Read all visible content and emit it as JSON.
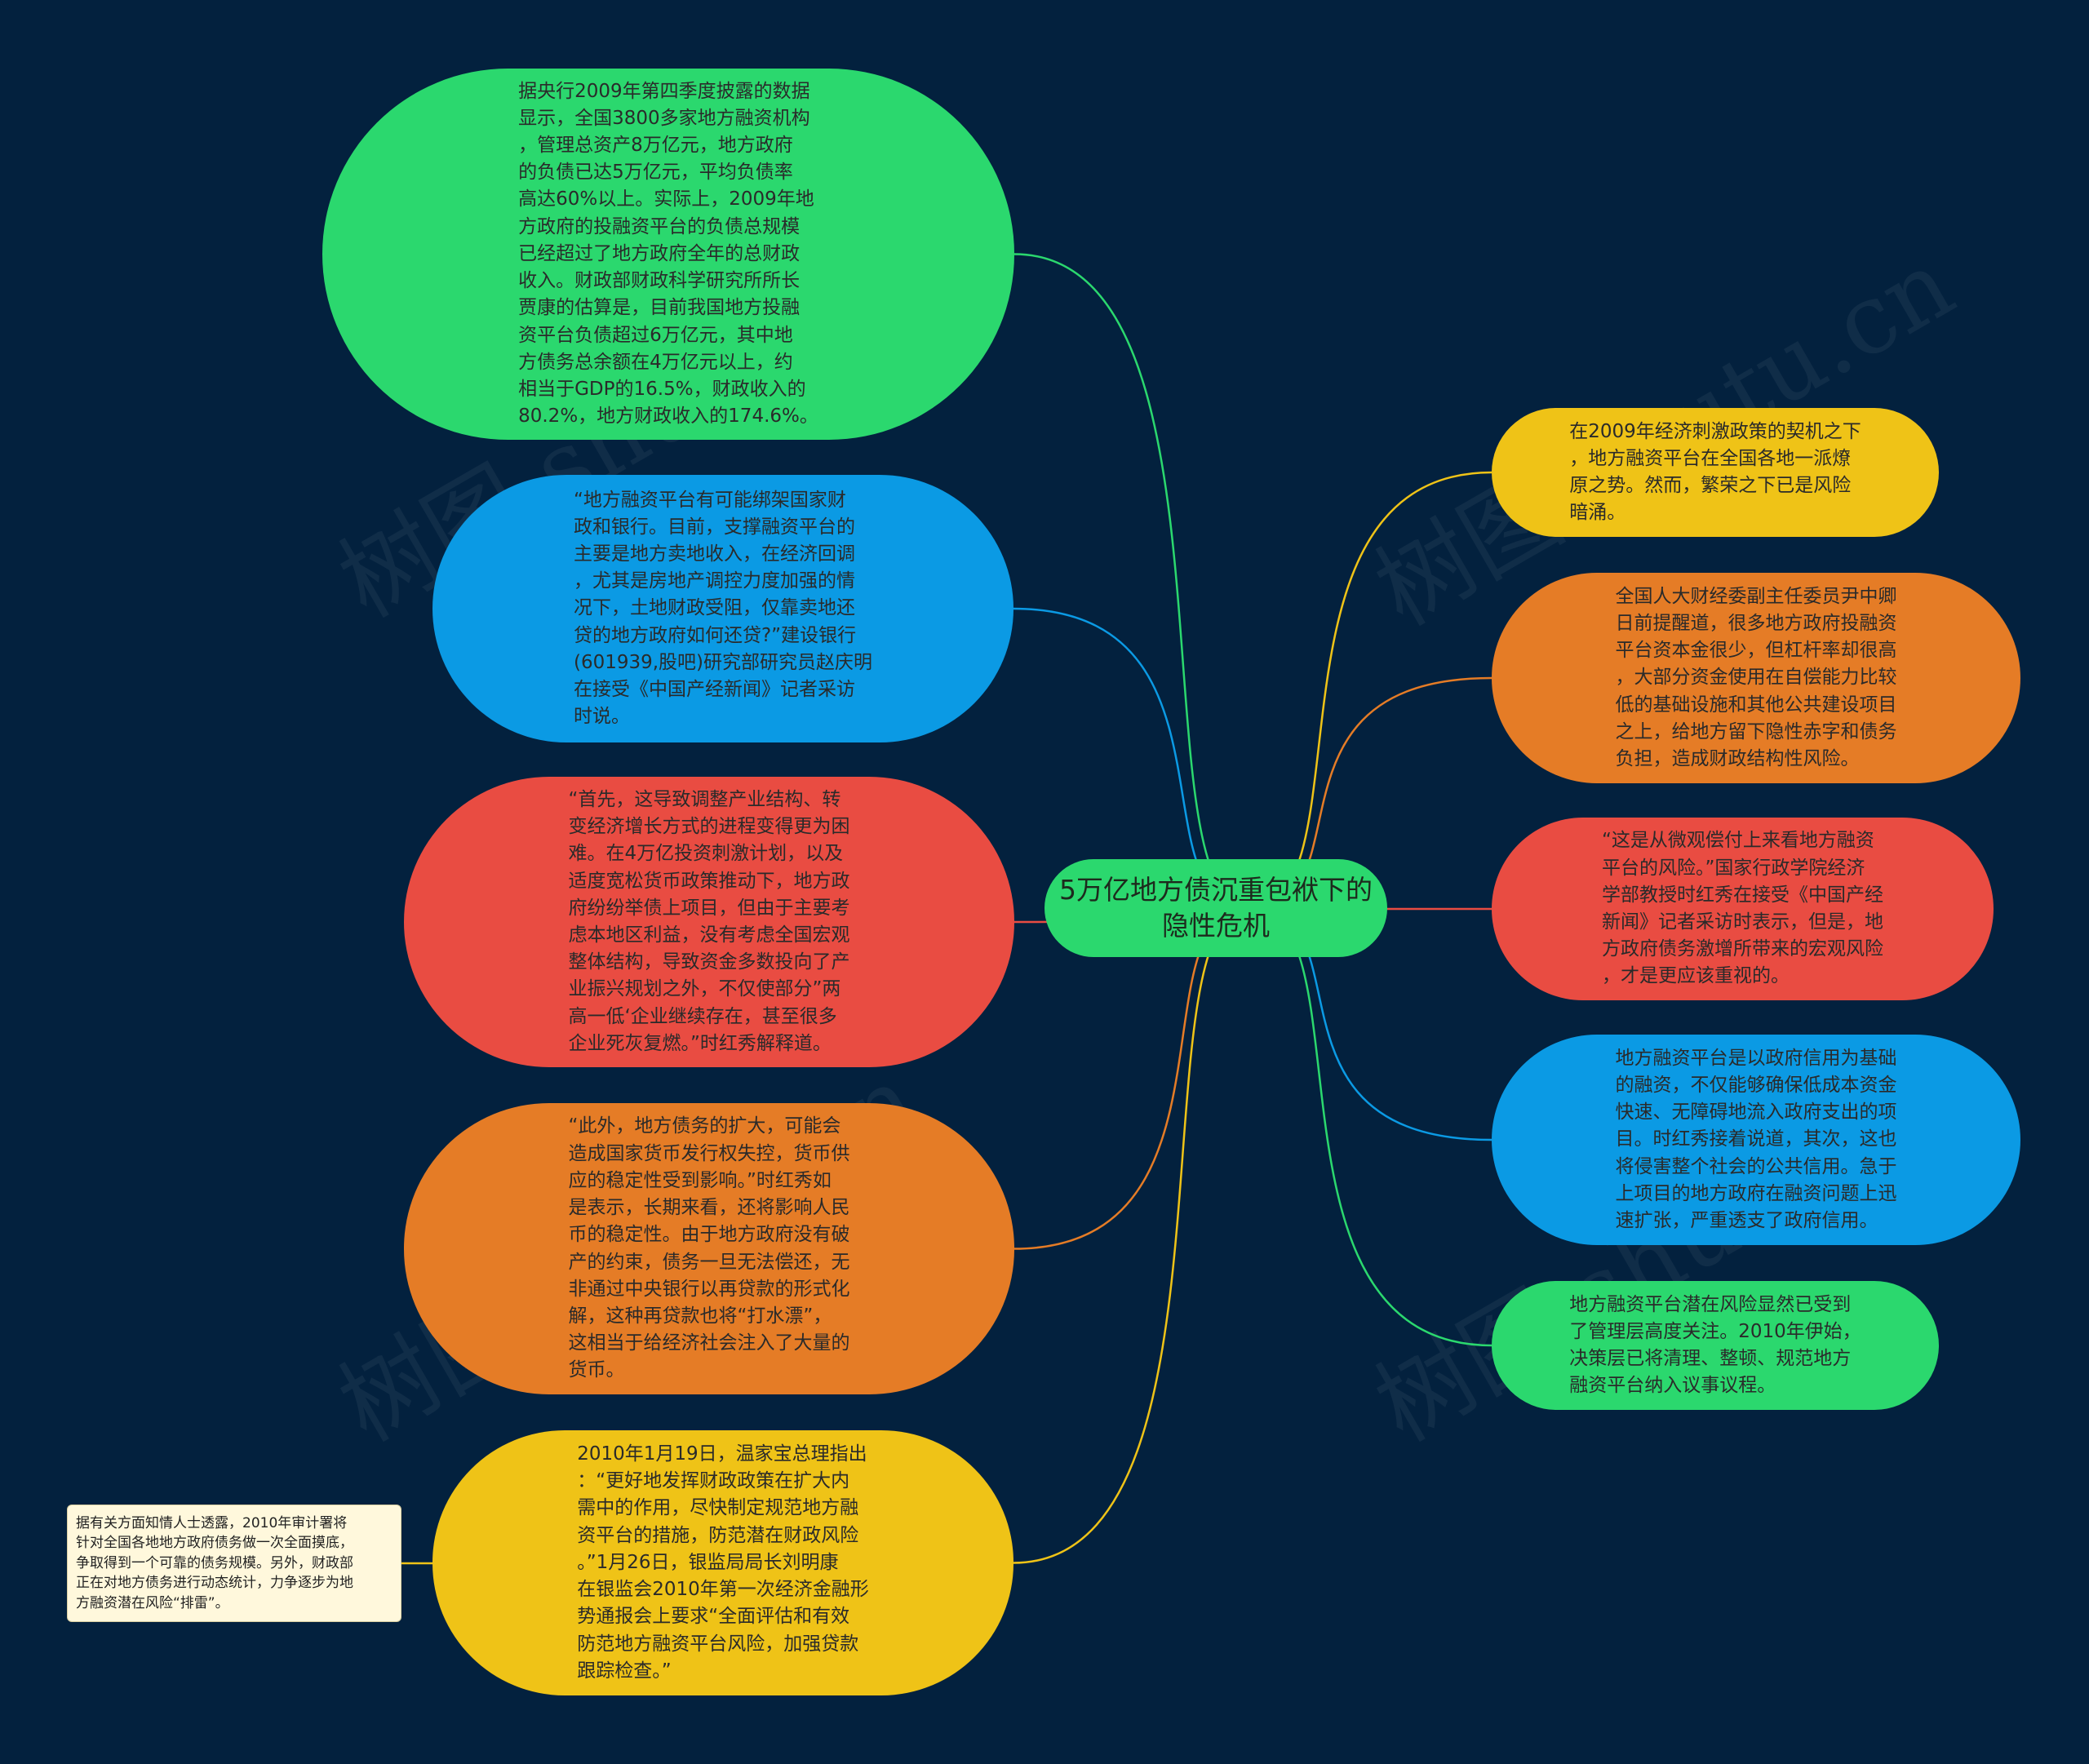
{
  "colors": {
    "background": "#03213e",
    "green": "#2bd86e",
    "blue": "#0b9ae4",
    "red": "#e94c42",
    "orange": "#e57c26",
    "yellow": "#efc317",
    "note_bg": "#fff8dc",
    "text": "#2a2a2a"
  },
  "watermark": "树图 shutu.cn",
  "center": {
    "text": "5万亿地方债沉重包袱下的\n隐性危机",
    "color": "green"
  },
  "left_branches": [
    {
      "id": "l1",
      "color": "green",
      "text": "据央行2009年第四季度披露的数据\n显示，全国3800多家地方融资机构\n，管理总资产8万亿元，地方政府\n的负债已达5万亿元，平均负债率\n高达60%以上。实际上，2009年地\n方政府的投融资平台的负债总规模\n已经超过了地方政府全年的总财政\n收入。财政部财政科学研究所所长\n贾康的估算是，目前我国地方投融\n资平台负债超过6万亿元，其中地\n方债务总余额在4万亿元以上，约\n相当于GDP的16.5%，财政收入的\n80.2%，地方财政收入的174.6%。"
    },
    {
      "id": "l2",
      "color": "blue",
      "text": "“地方融资平台有可能绑架国家财\n政和银行。目前，支撑融资平台的\n主要是地方卖地收入，在经济回调\n，尤其是房地产调控力度加强的情\n况下，土地财政受阻，仅靠卖地还\n贷的地方政府如何还贷?”建设银行\n(601939,股吧)研究部研究员赵庆明\n在接受《中国产经新闻》记者采访\n时说。"
    },
    {
      "id": "l3",
      "color": "red",
      "text": "“首先，这导致调整产业结构、转\n变经济增长方式的进程变得更为困\n难。在4万亿投资刺激计划，以及\n适度宽松货币政策推动下，地方政\n府纷纷举债上项目，但由于主要考\n虑本地区利益，没有考虑全国宏观\n整体结构，导致资金多数投向了产\n业振兴规划之外，不仅使部分”两\n高一低‘企业继续存在，甚至很多\n企业死灰复燃。”时红秀解释道。"
    },
    {
      "id": "l4",
      "color": "orange",
      "text": "“此外，地方债务的扩大，可能会\n造成国家货币发行权失控，货币供\n应的稳定性受到影响。”时红秀如\n是表示，长期来看，还将影响人民\n币的稳定性。由于地方政府没有破\n产的约束，债务一旦无法偿还，无\n非通过中央银行以再贷款的形式化\n解，这种再贷款也将“打水漂”，\n这相当于给经济社会注入了大量的\n货币。"
    },
    {
      "id": "l5",
      "color": "yellow",
      "text": "2010年1月19日，温家宝总理指出\n：“更好地发挥财政政策在扩大内\n需中的作用，尽快制定规范地方融\n资平台的措施，防范潜在财政风险\n。”1月26日，银监局局长刘明康\n在银监会2010年第一次经济金融形\n势通报会上要求“全面评估和有效\n防范地方融资平台风险，加强贷款\n跟踪检查。”"
    }
  ],
  "right_branches": [
    {
      "id": "r1",
      "color": "yellow",
      "text": "在2009年经济刺激政策的契机之下\n，地方融资平台在全国各地一派燎\n原之势。然而，繁荣之下已是风险\n暗涌。"
    },
    {
      "id": "r2",
      "color": "orange",
      "text": "全国人大财经委副主任委员尹中卿\n日前提醒道，很多地方政府投融资\n平台资本金很少，但杠杆率却很高\n，大部分资金使用在自偿能力比较\n低的基础设施和其他公共建设项目\n之上，给地方留下隐性赤字和债务\n负担，造成财政结构性风险。"
    },
    {
      "id": "r3",
      "color": "red",
      "text": "“这是从微观偿付上来看地方融资\n平台的风险。”国家行政学院经济\n学部教授时红秀在接受《中国产经\n新闻》记者采访时表示，但是，地\n方政府债务激增所带来的宏观风险\n，才是更应该重视的。"
    },
    {
      "id": "r4",
      "color": "blue",
      "text": "地方融资平台是以政府信用为基础\n的融资，不仅能够确保低成本资金\n快速、无障碍地流入政府支出的项\n目。时红秀接着说道，其次，这也\n将侵害整个社会的公共信用。急于\n上项目的地方政府在融资问题上迅\n速扩张，严重透支了政府信用。"
    },
    {
      "id": "r5",
      "color": "green",
      "text": "地方融资平台潜在风险显然已受到\n了管理层高度关注。2010年伊始，\n决策层已将清理、整顿、规范地方\n融资平台纳入议事议程。"
    }
  ],
  "note": {
    "text": "据有关方面知情人士透露，2010年审计署将\n针对全国各地地方政府债务做一次全面摸底，\n争取得到一个可靠的债务规模。另外，财政部\n正在对地方债务进行动态统计，力争逐步为地\n方融资潜在风险“排雷”。",
    "attached_to": "l5"
  }
}
